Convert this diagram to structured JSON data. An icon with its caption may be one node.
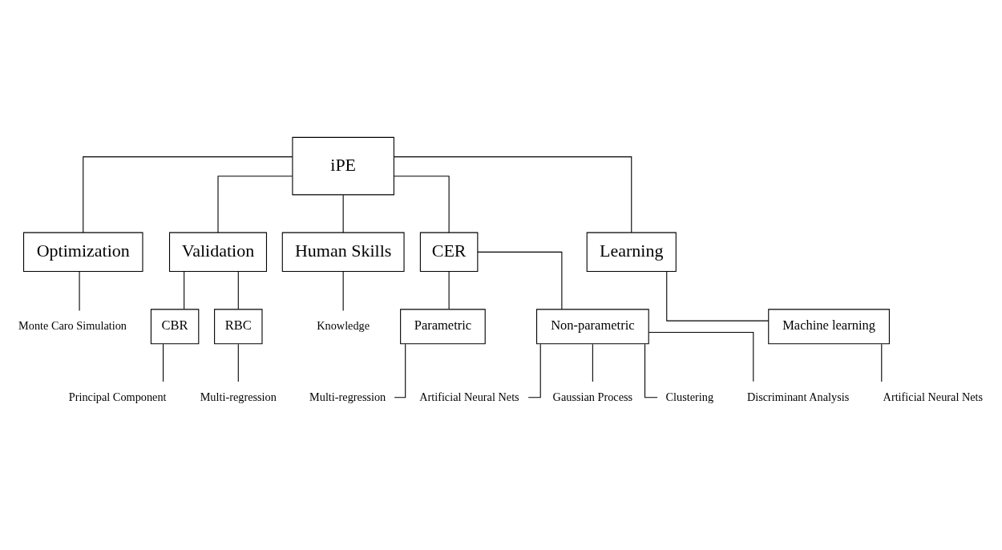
{
  "diagram": {
    "nodes": [
      {
        "text": [
          "iPE"
        ]
      },
      {
        "text": [
          "Optimization"
        ]
      },
      {
        "text": [
          "Validation"
        ]
      },
      {
        "text": [
          "Human Skills"
        ]
      },
      {
        "text": [
          "CER"
        ]
      },
      {
        "text": [
          "Learning"
        ]
      },
      {
        "text": [
          "CBR"
        ]
      },
      {
        "text": [
          "RBC"
        ]
      },
      {
        "text": [
          "Parametric"
        ]
      },
      {
        "text": [
          "Non-parametric"
        ]
      },
      {
        "text": [
          "Machine learning"
        ]
      },
      {
        "text": [
          "Monte Caro Simulation"
        ]
      },
      {
        "text": [
          "Principal Component"
        ]
      },
      {
        "text": [
          "Multi-regression"
        ]
      },
      {
        "text": [
          "Knowledge"
        ]
      },
      {
        "text": [
          "Multi-regression"
        ]
      },
      {
        "text": [
          "Artificial Neural Nets"
        ]
      },
      {
        "text": [
          "Gaussian Process"
        ]
      },
      {
        "text": [
          "Clustering"
        ]
      },
      {
        "text": [
          "Discriminant Analysis"
        ]
      },
      {
        "text": [
          "Artificial Neural Nets"
        ]
      }
    ],
    "edges": [
      {
        "from": 0,
        "to": 1,
        "arrow": "none"
      },
      {
        "from": 0,
        "to": 2,
        "arrow": "none"
      },
      {
        "from": 0,
        "to": 3,
        "arrow": "none"
      },
      {
        "from": 0,
        "to": 4,
        "arrow": "none"
      },
      {
        "from": 0,
        "to": 5,
        "arrow": "none"
      },
      {
        "from": 2,
        "to": 6,
        "arrow": "none"
      },
      {
        "from": 2,
        "to": 7,
        "arrow": "none"
      },
      {
        "from": 4,
        "to": 8,
        "arrow": "none"
      },
      {
        "from": 4,
        "to": 9,
        "arrow": "none"
      },
      {
        "from": 5,
        "to": 10,
        "arrow": "none"
      },
      {
        "from": 1,
        "to": 11,
        "arrow": "none"
      },
      {
        "from": 6,
        "to": 12,
        "arrow": "none"
      },
      {
        "from": 7,
        "to": 13,
        "arrow": "none"
      },
      {
        "from": 3,
        "to": 14,
        "arrow": "none"
      },
      {
        "from": 8,
        "to": 15,
        "arrow": "none"
      },
      {
        "from": 9,
        "to": 16,
        "arrow": "none"
      },
      {
        "from": 9,
        "to": 17,
        "arrow": "none"
      },
      {
        "from": 9,
        "to": 18,
        "arrow": "none"
      },
      {
        "from": 9,
        "to": 19,
        "arrow": "none"
      },
      {
        "from": 10,
        "to": 20,
        "arrow": "none"
      }
    ]
  }
}
